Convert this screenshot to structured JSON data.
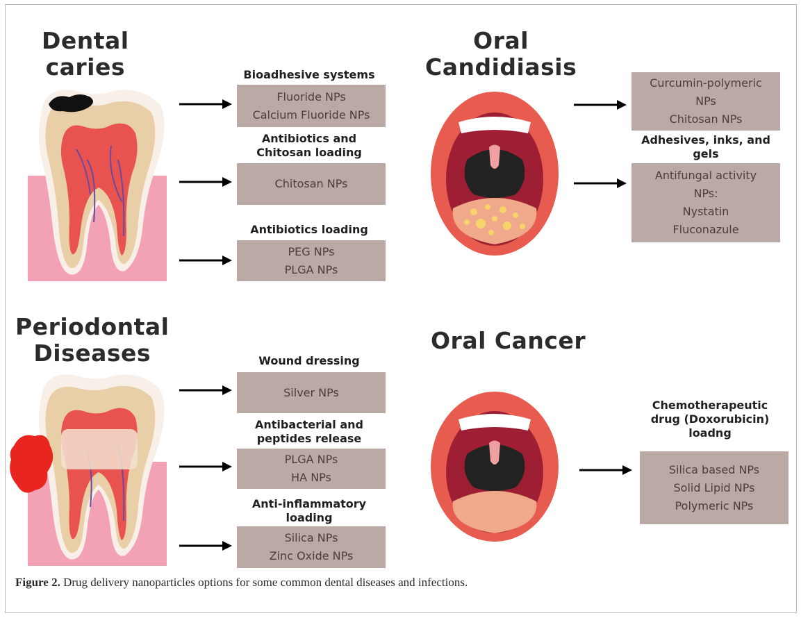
{
  "diseases": {
    "caries": "Dental\ncaries",
    "periodontal": "Periodontal\nDiseases",
    "candidiasis": "Oral\nCandidiasis",
    "cancer": "Oral Cancer"
  },
  "sections": {
    "bioadhesive": {
      "heading": "Bioadhesive systems",
      "items": [
        "Fluoride NPs",
        "Calcium Fluoride NPs"
      ]
    },
    "antibiotics_chitosan": {
      "heading": "Antibiotics and\nChitosan loading",
      "items": [
        "Chitosan NPs"
      ]
    },
    "antibiotics": {
      "heading": "Antibiotics loading",
      "items": [
        "PEG NPs",
        "PLGA NPs"
      ]
    },
    "wound": {
      "heading": "Wound dressing",
      "items": [
        "Silver NPs"
      ]
    },
    "antibacterial": {
      "heading": "Antibacterial and\npeptides release",
      "items": [
        "PLGA NPs",
        "HA NPs"
      ]
    },
    "anti_inflammatory": {
      "heading": "Anti-inflammatory\nloading",
      "items": [
        "Silica NPs",
        "Zinc Oxide NPs"
      ]
    },
    "curcumin": {
      "heading": "",
      "items": [
        "Curcumin-polymeric",
        "NPs",
        "Chitosan NPs"
      ]
    },
    "adhesives": {
      "heading": "Adhesives, inks, and\ngels",
      "items": [
        "Antifungal activity",
        "NPs:",
        "Nystatin",
        "Fluconazule"
      ]
    },
    "chemo": {
      "heading": "Chemotherapeutic\ndrug (Doxorubicin)\nloadng",
      "items": [
        "Silica based NPs",
        "Solid Lipid NPs",
        "Polymeric NPs"
      ]
    }
  },
  "caption": {
    "label": "Figure 2.",
    "text": " Drug delivery nanoparticles options for some common dental diseases and infections."
  },
  "colors": {
    "box": "#bba9a5",
    "gum": "#f3a1b4",
    "tooth": "#e9cfa7",
    "pulp": "#e8534f",
    "lips": "#e85c4f",
    "mouth_dark": "#9e1f33"
  }
}
